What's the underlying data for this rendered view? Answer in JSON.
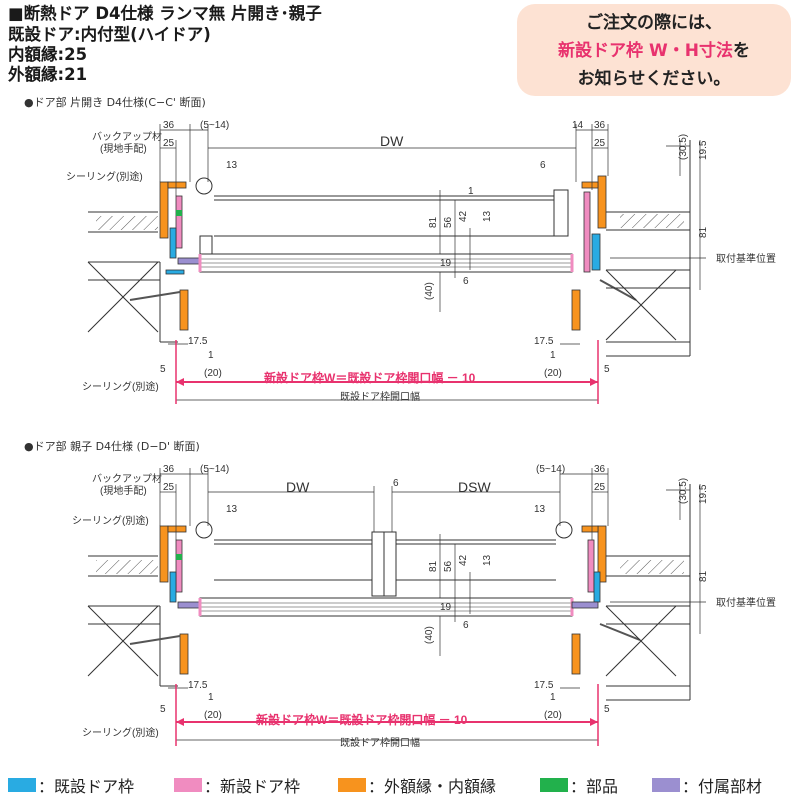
{
  "header": {
    "line1": "■断熱ドア D4仕様 ランマ無 片開き･親子",
    "line2": "既設ドア:内付型(ハイドア)",
    "line3": "内額縁:25",
    "line4": "外額縁:21"
  },
  "notice": {
    "line1": "ご注文の際には、",
    "line2a": "新設ドア枠 W・H寸法",
    "line2b": "を",
    "line3": "お知らせください。"
  },
  "section1": {
    "title": "●ドア部 片開き D4仕様(C−C' 断面)",
    "dims": {
      "d36": "36",
      "d5_14": "(5~14)",
      "dw": "DW",
      "d14": "14",
      "d36r": "36",
      "d25": "25",
      "d25r": "25",
      "d13": "13",
      "d6": "6",
      "d30_5": "(30.5)",
      "d19_5": "19.5",
      "d1": "1",
      "d81": "81",
      "d56": "56",
      "d42": "42",
      "d13m": "13",
      "d81r": "81",
      "d19": "19",
      "d6m": "6",
      "d40": "(40)",
      "d17_5": "17.5",
      "d17_5r": "17.5",
      "d1l": "1",
      "d1r": "1",
      "d20": "(20)",
      "d20r": "(20)",
      "d5l": "5",
      "d5r": "5"
    },
    "label_backup": "バックアップ材",
    "label_backup2": "(現地手配)",
    "label_seal_top": "シーリング(別途)",
    "label_seal_bot": "シーリング(別途)",
    "label_base": "取付基準位置",
    "width_label": "新設ドア枠W＝既設ドア枠開口幅 － 10",
    "opening_label": "既設ドア枠開口幅"
  },
  "section2": {
    "title": "●ドア部 親子 D4仕様 (D−D' 断面)",
    "dims": {
      "d36": "36",
      "d5_14": "(5~14)",
      "dw": "DW",
      "d6t": "6",
      "dsw": "DSW",
      "d5_14r": "(5~14)",
      "d36r": "36",
      "d25": "25",
      "d25r": "25",
      "d13": "13",
      "d13r": "13",
      "d30_5": "(30.5)",
      "d19_5": "19.5",
      "d81": "81",
      "d56": "56",
      "d42": "42",
      "d13m": "13",
      "d81r": "81",
      "d19": "19",
      "d6m": "6",
      "d40": "(40)",
      "d17_5": "17.5",
      "d17_5r": "17.5",
      "d1l": "1",
      "d1r": "1",
      "d20": "(20)",
      "d20r": "(20)",
      "d5l": "5",
      "d5r": "5"
    },
    "label_backup": "バックアップ材",
    "label_backup2": "(現地手配)",
    "label_seal_top": "シーリング(別途)",
    "label_seal_bot": "シーリング(別途)",
    "label_base": "取付基準位置",
    "width_label": "新設ドア枠W＝既設ドア枠開口幅 － 10",
    "opening_label": "既設ドア枠開口幅"
  },
  "legend": [
    {
      "label": "：既設ドア枠",
      "color": "#29abe2"
    },
    {
      "label": "：新設ドア枠",
      "color": "#f08cc0"
    },
    {
      "label": "：外額縁・内額縁",
      "color": "#f7931e"
    },
    {
      "label": "：部品",
      "color": "#22b14c"
    },
    {
      "label": "：付属部材",
      "color": "#9b8fd0"
    }
  ],
  "colors": {
    "pink_text": "#e8326e",
    "cyan": "#29abe2",
    "pink": "#f08cc0",
    "orange": "#f7931e",
    "green": "#22b14c",
    "purple": "#9b8fd0"
  }
}
